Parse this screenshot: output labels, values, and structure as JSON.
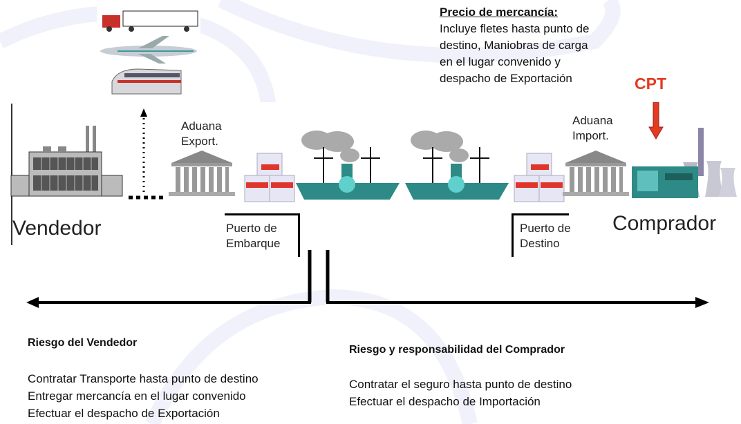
{
  "price_note": {
    "title": "Precio de mercancía:",
    "lines": [
      "Incluye fletes hasta punto de",
      "destino, Maniobras de carga",
      "en el lugar convenido y",
      "despacho de Exportación"
    ]
  },
  "incoterm": {
    "label": "CPT",
    "color": "#e53a22"
  },
  "labels": {
    "aduana_export": [
      "Aduana",
      "Export."
    ],
    "aduana_import": [
      "Aduana",
      "Import."
    ],
    "vendedor": "Vendedor",
    "comprador": "Comprador",
    "puerto_embarque": [
      "Puerto de",
      "Embarque"
    ],
    "puerto_destino": [
      "Puerto de",
      "Destino"
    ]
  },
  "seller_risk": {
    "title": "Riesgo del Vendedor",
    "items": [
      "Contratar Transporte hasta punto de destino",
      "Entregar mercancía en el lugar convenido",
      "Efectuar el despacho de Exportación"
    ]
  },
  "buyer_risk": {
    "title": "Riesgo y responsabilidad del Comprador",
    "items": [
      "Contratar el seguro hasta punto de destino",
      "Efectuar el despacho de Importación"
    ]
  },
  "colors": {
    "ship": "#2e8a86",
    "box_stripe": "#e0352a",
    "building": "#8a8a8a"
  }
}
